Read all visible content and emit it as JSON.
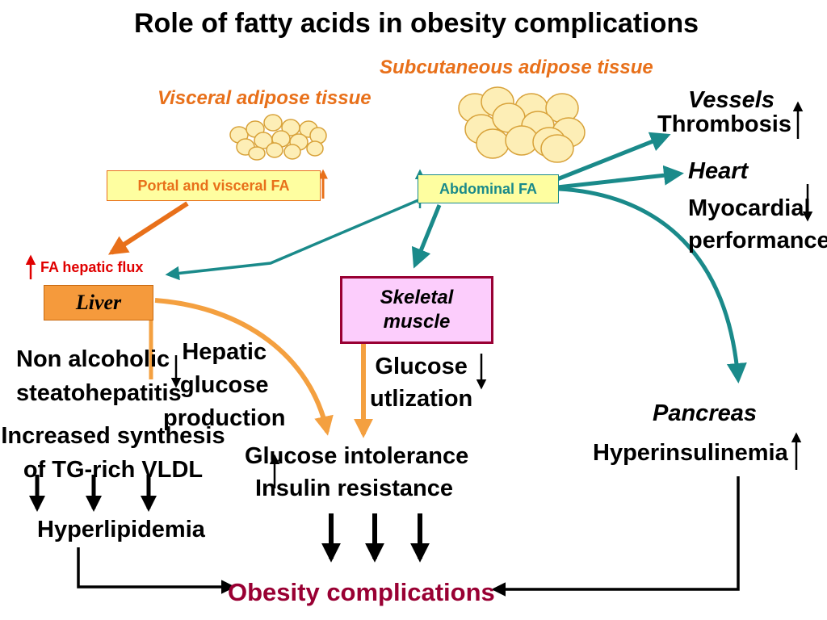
{
  "title": "Role of fatty acids in obesity complications",
  "subcutaneous_label": "Subcutaneous adipose tissue",
  "visceral_label": "Visceral adipose tissue",
  "portal_box": "Portal and visceral FA",
  "abdominal_box": "Abdominal FA",
  "hepatic_flux": "FA hepatic flux",
  "liver": "Liver",
  "skeletal_muscle": [
    "Skeletal",
    "muscle"
  ],
  "vessels": "Vessels",
  "thrombosis": "Thrombosis",
  "heart": "Heart",
  "myocardial": [
    "Myocardial",
    "performance"
  ],
  "nafld": [
    "Non alcoholic",
    "steatohepatitis"
  ],
  "hepatic_glucose": [
    "Hepatic",
    "glucose",
    "production"
  ],
  "glucose_util": [
    "Glucose",
    "utlization"
  ],
  "vldl": [
    "Increased synthesis",
    "of TG-rich VLDL"
  ],
  "glucose_intolerance": "Glucose intolerance",
  "insulin_resistance": "Insulin resistance",
  "pancreas": "Pancreas",
  "hyperinsulinemia": "Hyperinsulinemia",
  "hyperlipidemia": "Hyperlipidemia",
  "obesity_complications": "Obesity complications",
  "colors": {
    "orange_label": "#e8701a",
    "teal_arrow": "#1a8a8a",
    "red_title": "#990033",
    "fat_cell": "#fdeeb6",
    "liver_box": "#f59a3c",
    "muscle_box": "#fccdfc"
  }
}
